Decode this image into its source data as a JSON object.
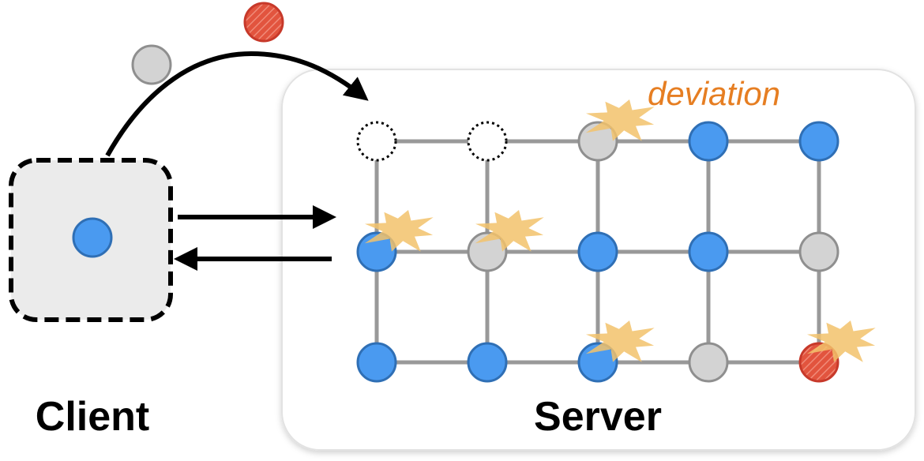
{
  "labels": {
    "client": "Client",
    "server": "Server",
    "deviation": "deviation"
  },
  "colors": {
    "node_active": "#4a9af0",
    "node_active_stroke": "#2f6fb5",
    "node_inactive": "#d3d3d3",
    "node_inactive_stroke": "#8f8f8f",
    "node_flagged": "#e2543e",
    "node_flagged_stroke": "#c7392a",
    "grid_line": "#999999",
    "deviation_burst": "#f2c26b",
    "deviation_text": "#e67e22",
    "client_box_fill": "#ebebeb",
    "server_box_fill": "#ffffff",
    "arrow": "#000000"
  },
  "grid": {
    "rows": 3,
    "cols": 5,
    "nodes": [
      [
        "empty",
        "empty",
        "inactive",
        "active",
        "active"
      ],
      [
        "active",
        "inactive",
        "active",
        "active",
        "inactive"
      ],
      [
        "active",
        "active",
        "active",
        "inactive",
        "flagged"
      ]
    ],
    "deviations": [
      [
        0,
        2
      ],
      [
        1,
        0
      ],
      [
        1,
        1
      ],
      [
        2,
        2
      ],
      [
        2,
        4
      ]
    ]
  },
  "client": {
    "node": "active"
  },
  "in_transit": [
    "inactive",
    "flagged"
  ]
}
